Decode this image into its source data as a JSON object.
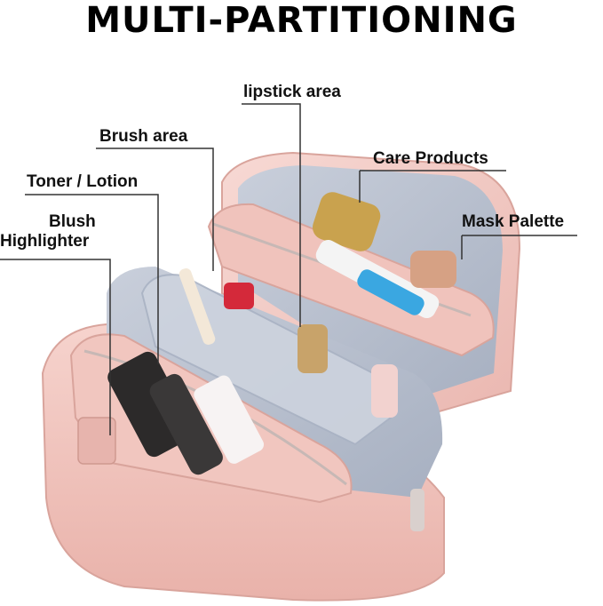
{
  "headline": "MULTI-PARTITIONING",
  "callouts": {
    "lipstick": "lipstick area",
    "brush": "Brush area",
    "care": "Care Products",
    "toner": "Toner / Lotion",
    "mask": "Mask Palette",
    "blush": "Blush",
    "highlighter": "Highlighter"
  },
  "colors": {
    "bag_pink": "#f3c7c1",
    "lining_grey": "#b9c1cf",
    "leader_line": "#333333"
  }
}
